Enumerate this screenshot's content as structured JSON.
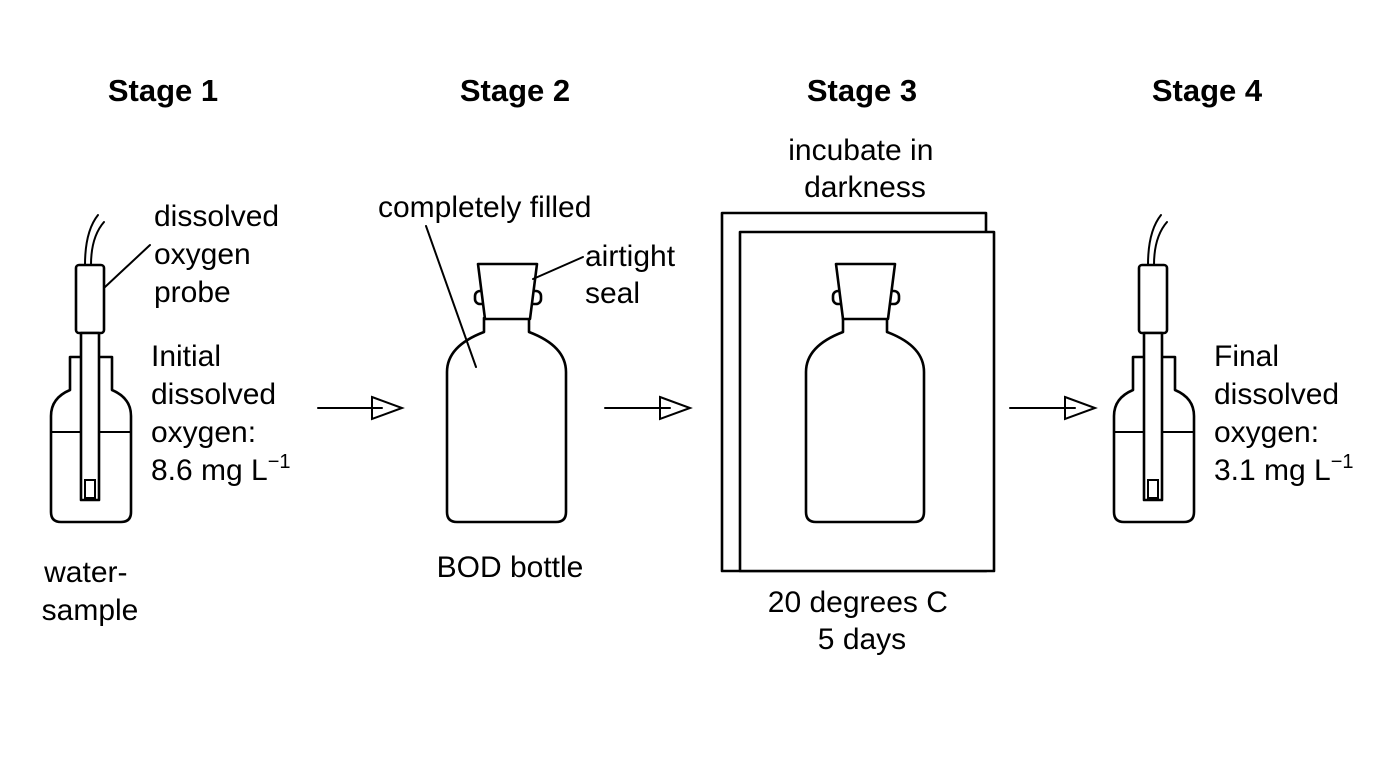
{
  "stages": [
    {
      "title": "Stage 1"
    },
    {
      "title": "Stage 2"
    },
    {
      "title": "Stage 3"
    },
    {
      "title": "Stage 4"
    }
  ],
  "stage1": {
    "probe_label": [
      "dissolved",
      "oxygen",
      "probe"
    ],
    "reading_label": [
      "Initial",
      "dissolved",
      "oxygen:"
    ],
    "reading_value": "8.6 mg L",
    "reading_exponent": "−1",
    "container_label": [
      "water-",
      "sample"
    ]
  },
  "stage2": {
    "fill_label": "completely filled",
    "seal_label": [
      "airtight",
      "seal"
    ],
    "container_label": "BOD bottle"
  },
  "stage3": {
    "top_label": [
      "incubate in",
      "darkness"
    ],
    "bottom_label": [
      "20 degrees C",
      "5 days"
    ]
  },
  "stage4": {
    "reading_label": [
      "Final",
      "dissolved",
      "oxygen:"
    ],
    "reading_value": "3.1 mg L",
    "reading_exponent": "−1"
  }
}
